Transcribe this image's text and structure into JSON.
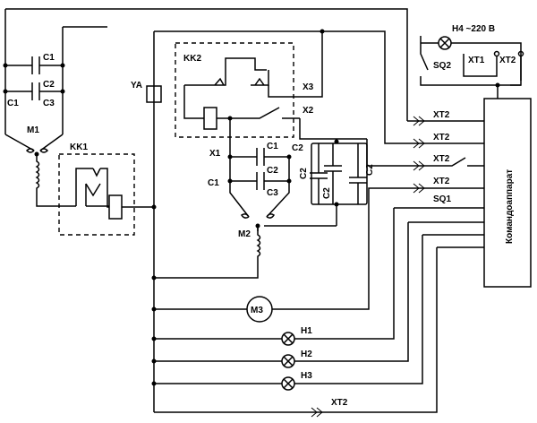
{
  "labels": {
    "c1_top": "C1",
    "c2_top": "C2",
    "c1_low": "C1",
    "c3_low": "C3",
    "m1": "M1",
    "kk1": "KK1",
    "ya": "YA",
    "kk2": "KK2",
    "x3": "X3",
    "x2": "X2",
    "x1": "X1",
    "c1_m2a": "C1",
    "c2_m2": "C2",
    "c1_m2b": "C1",
    "c3_m2": "C3",
    "c2_a": "C2",
    "c2_b": "C2",
    "c2_c": "C2",
    "c2_d": "C2",
    "m2": "M2",
    "m3": "M3",
    "h1": "H1",
    "h2": "H2",
    "h3": "H3",
    "h4": "H4 ~220 B",
    "sq2": "SQ2",
    "xt1": "XT1",
    "xt2_top": "XT2",
    "xt2_a": "XT2",
    "xt2_b": "XT2",
    "xt2_c": "XT2",
    "xt2_d": "XT2",
    "sq1": "SQ1",
    "xt2_bottom": "XT2",
    "controller": "Командоаппарат"
  }
}
